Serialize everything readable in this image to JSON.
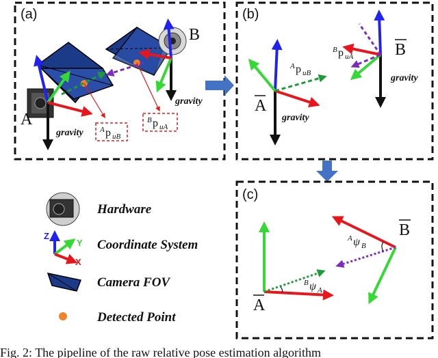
{
  "panels": {
    "a": {
      "label": "(a)",
      "node_a": "A",
      "node_b": "B",
      "gravity_a": "gravity",
      "gravity_b": "gravity",
      "box1_main": "p",
      "box1_sup": "A",
      "box1_sub": "uB",
      "box2_main": "p",
      "box2_sup": "B",
      "box2_sub": "uA"
    },
    "b": {
      "label": "(b)",
      "node_a": "A",
      "node_b": "B",
      "gravity_a": "gravity",
      "gravity_b": "gravity",
      "v1_main": "p",
      "v1_sup": "A",
      "v1_sub": "uB",
      "v2_main": "p",
      "v2_sup": "B",
      "v2_sub": "uA"
    },
    "c": {
      "label": "(c)",
      "node_a": "A",
      "node_b": "B",
      "ang1_main": "ψ",
      "ang1_sup": "B",
      "ang1_sub": "A",
      "ang2_main": "ψ",
      "ang2_sup": "A",
      "ang2_sub": "B"
    }
  },
  "legend": {
    "items": [
      {
        "label": "Hardware",
        "icon": "camera-hardware-icon"
      },
      {
        "label": "Coordinate System",
        "icon": "axes-icon"
      },
      {
        "label": "Camera FOV",
        "icon": "camera-fov-icon"
      },
      {
        "label": "Detected Point",
        "icon": "orange-dot-icon"
      }
    ],
    "axis_x": "X",
    "axis_y": "Y",
    "axis_z": "Z"
  },
  "caption": "Fig. 2: The pipeline of the raw relative pose estimation algorithm",
  "colors": {
    "red": "#e8161c",
    "green": "#35d835",
    "blue": "#2222ee",
    "purple": "#7b2cb8",
    "dashed_green": "#1f9a3a",
    "dark_blue": "#1b3a88",
    "orange": "#f0832a",
    "arrow_blue": "#4472c4"
  }
}
